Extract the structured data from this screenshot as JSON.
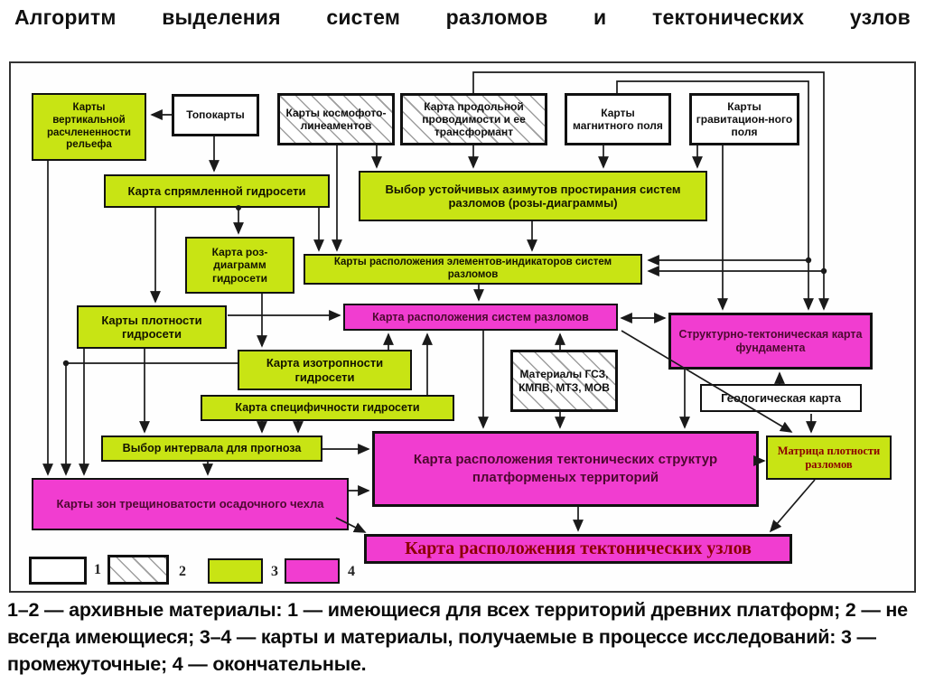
{
  "title": "Алгоритм выделения систем разломов и тектонических узлов",
  "nodes": {
    "kvr": {
      "label": "Карты вертикальной расчлененности рельефа"
    },
    "topo": {
      "label": "Топокарты"
    },
    "kosmo": {
      "label": "Карты космофото-линеаментов"
    },
    "prod": {
      "label": "Карта продольной проводимости и ее трансформант"
    },
    "magn": {
      "label": "Карты магнитного поля"
    },
    "grav": {
      "label": "Карты гравитацион-ного поля"
    },
    "spr": {
      "label": "Карта спрямленной гидросети"
    },
    "vybor": {
      "label": "Выбор устойчивых азимутов простирания систем разломов (розы-диаграммы)"
    },
    "roz": {
      "label": "Карта роз-диаграмм гидросети"
    },
    "elem": {
      "label": "Карты расположения элементов-индикаторов систем разломов"
    },
    "plot": {
      "label": "Карты плотности гидросети"
    },
    "rasp": {
      "label": "Карта расположения систем разломов"
    },
    "strukt": {
      "label": "Структурно-тектоническая карта фундамента"
    },
    "izotrop": {
      "label": "Карта изотропности гидросети"
    },
    "mater": {
      "label": "Материалы ГСЗ, КМПВ, МТЗ, МОВ"
    },
    "geol": {
      "label": "Геологическая карта"
    },
    "spec": {
      "label": "Карта специфичности гидросети"
    },
    "interval": {
      "label": "Выбор интервала для прогноза"
    },
    "tekt": {
      "label": "Карта расположения тектонических структур платформеных территорий"
    },
    "matrix": {
      "label": "Матрица плотности разломов"
    },
    "zon": {
      "label": "Карты зон трещиноватости осадочного чехла"
    },
    "uzly": {
      "label": "Карта расположения тектонических узлов"
    }
  },
  "legend": {
    "items": [
      {
        "type": "white",
        "number": "1"
      },
      {
        "type": "hatched",
        "number": "2"
      },
      {
        "type": "green",
        "number": "3"
      },
      {
        "type": "pink",
        "number": "4"
      }
    ]
  },
  "caption": "1–2 — архивные материалы: 1 — имеющиеся для всех территорий древних платформ; 2 — не всегда имеющиеся; 3–4 — карты и материалы, получаемые в процессе исследований: 3 — промежуточные; 4 — окончательные.",
  "colors": {
    "green": "#c8e414",
    "pink": "#f13dd0",
    "dark_red": "#8b0000",
    "line": "#1a1a1a"
  }
}
